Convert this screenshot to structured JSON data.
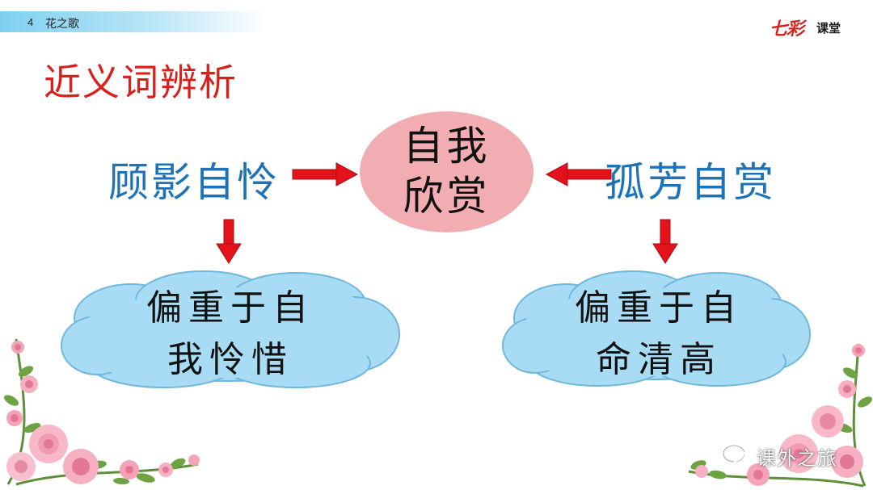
{
  "header": {
    "lesson_number": "4",
    "lesson_title": "花之歌"
  },
  "logo": {
    "main": "七彩",
    "sub": "课堂"
  },
  "heading": "近义词辨析",
  "diagram": {
    "center": {
      "line1": "自我",
      "line2": "欣赏"
    },
    "left_term": "顾影自怜",
    "right_term": "孤芳自赏",
    "left_meaning": {
      "line1": "偏重于自",
      "line2": "我怜惜"
    },
    "right_meaning": {
      "line1": "偏重于自",
      "line2": "命清高"
    }
  },
  "colors": {
    "heading": "#d9201c",
    "term": "#1e73b8",
    "arrow": "#e4121b",
    "oval": "#f2adb3",
    "cloud": "#a8dcf4"
  },
  "watermark": {
    "icon": "wechat-icon",
    "text": "课外之旅"
  }
}
